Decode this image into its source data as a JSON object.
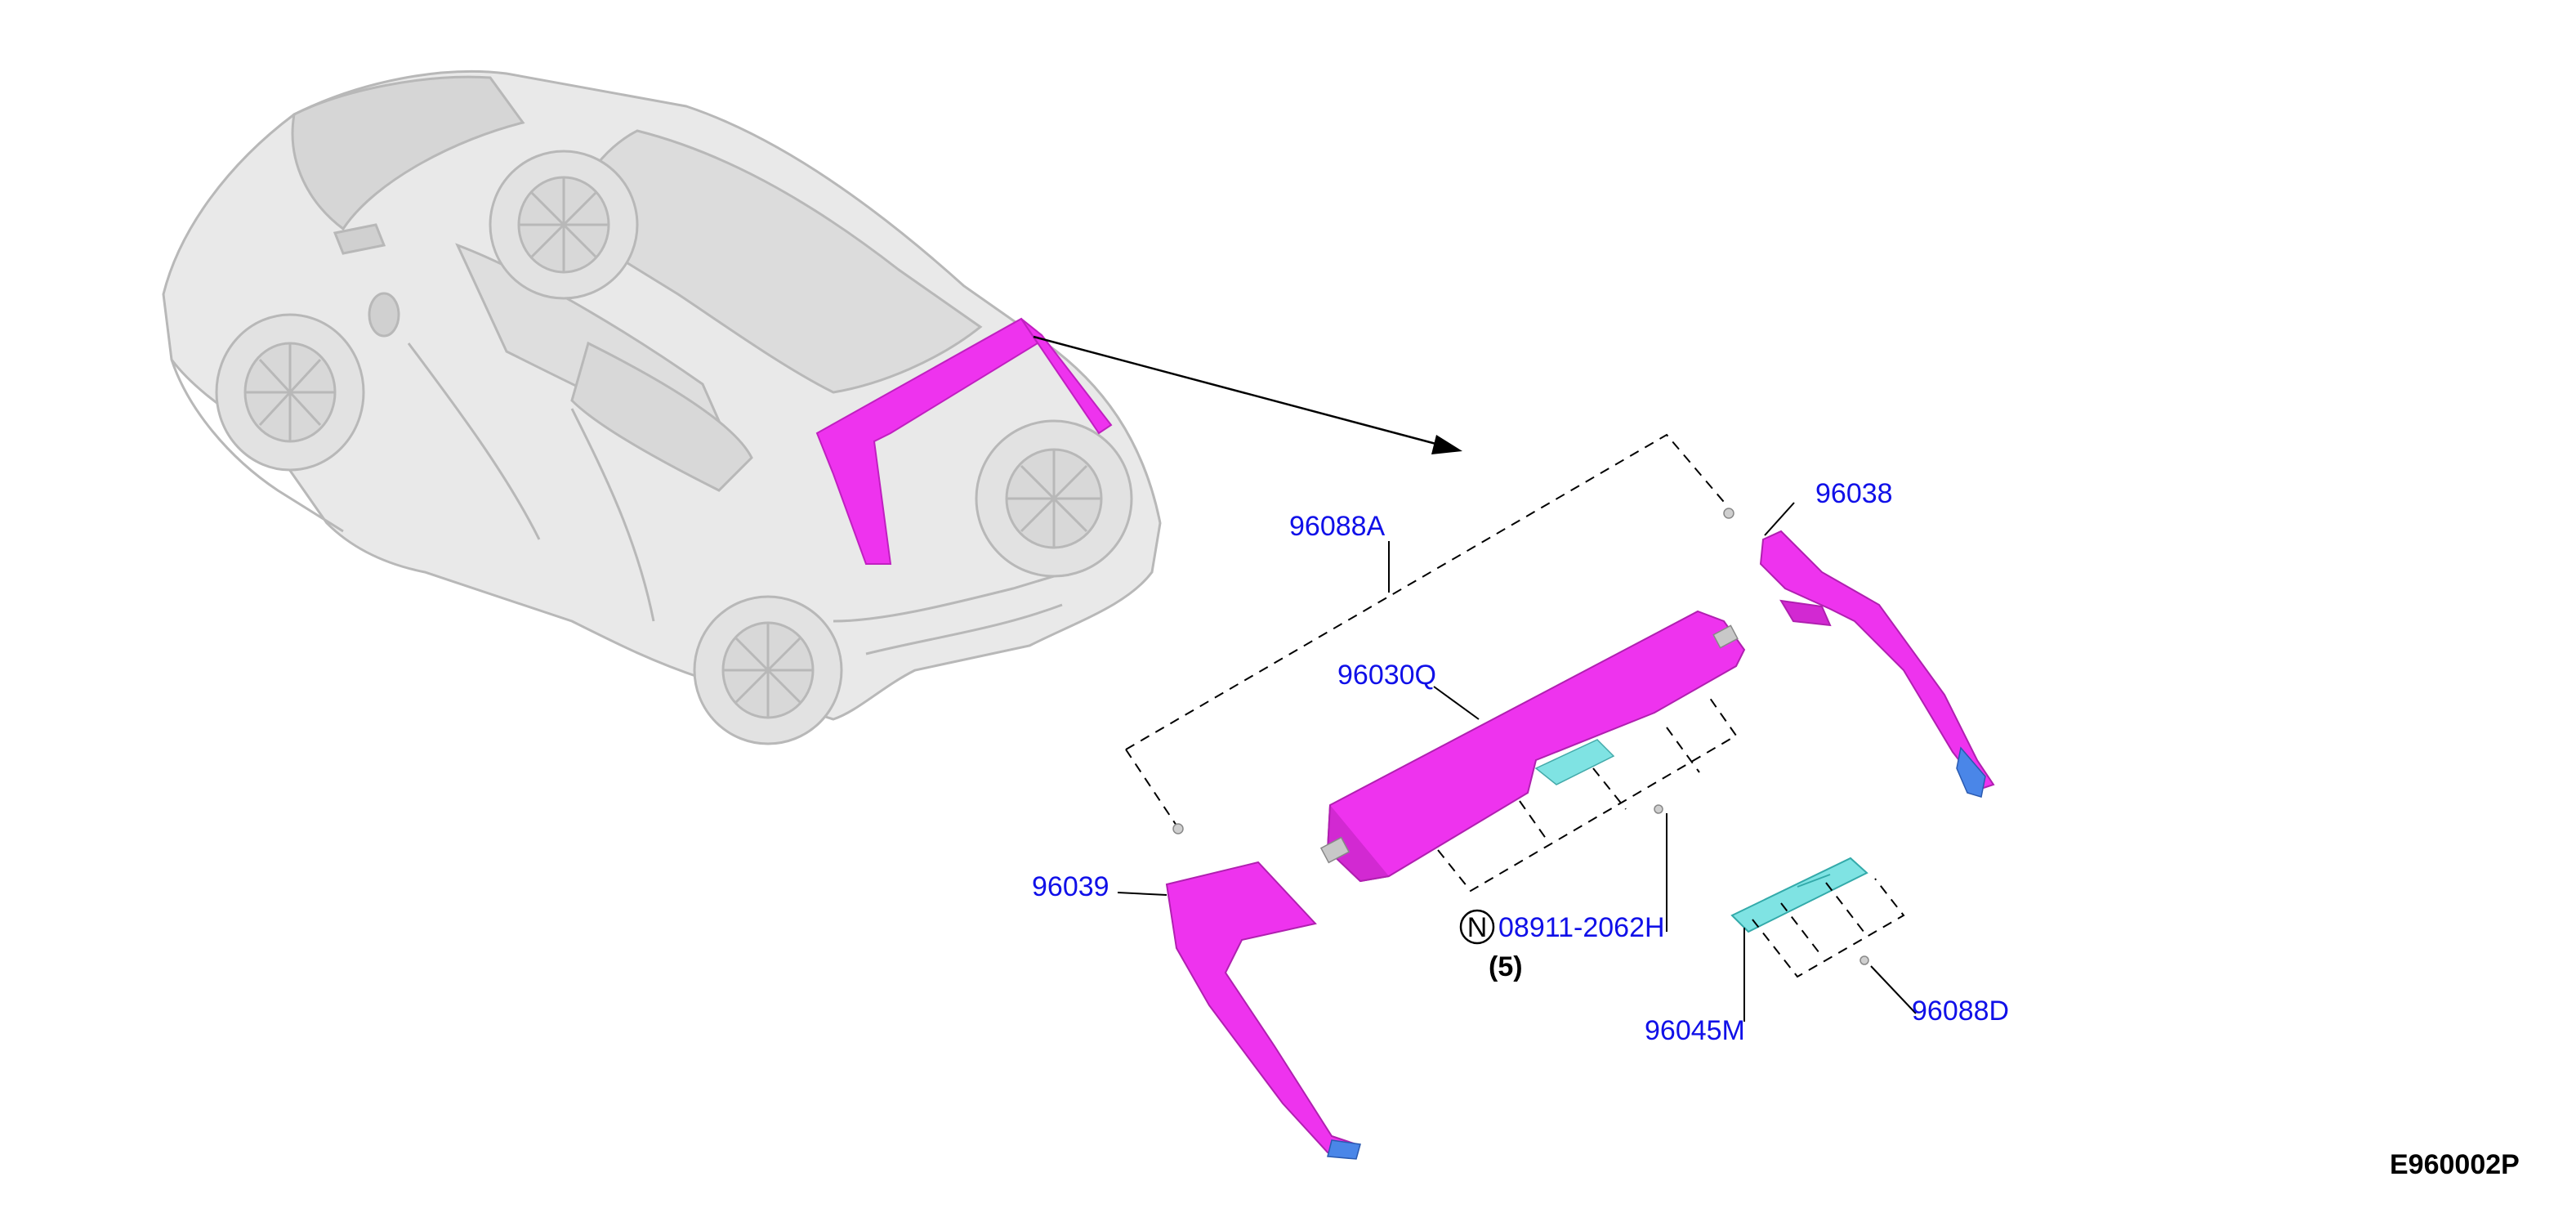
{
  "diagram": {
    "callouts": {
      "p96088A": "96088A",
      "p96038": "96038",
      "p96030Q": "96030Q",
      "p96039": "96039",
      "p08911": "08911-2062H",
      "qty": "(5)",
      "p96045M": "96045M",
      "p96088D": "96088D",
      "n_symbol": "N"
    },
    "figure_code": "E960002P",
    "colors": {
      "highlight_part": "#ee33ee",
      "clip_part": "#7fe3e3",
      "clip_tip": "#4a86e8",
      "callout_text": "#1010e8",
      "car_body": "#e8e8e8",
      "car_outline": "#b8b8b8"
    }
  }
}
